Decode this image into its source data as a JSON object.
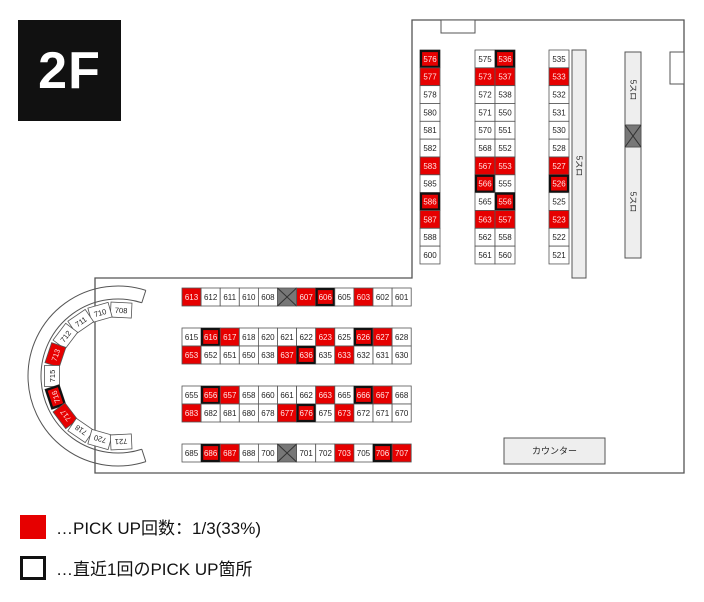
{
  "floor_label": "2F",
  "colors": {
    "pickup": "#e60000",
    "line": "#555555",
    "recent": "#111111",
    "machine_text": "#222222",
    "pillar": "#777777",
    "panel": "#eeeeee"
  },
  "labels": {
    "slot_a": "5スロ",
    "slot_b": "5スロ",
    "slot_c": "5スロ",
    "counter": "カウンター"
  },
  "legend": {
    "pickup_text": "…PICK UP回数：1/3(33%)",
    "recent_text": "…直近1回のPICK UP箇所"
  },
  "vertical_columns": [
    {
      "name": "col-a",
      "cells": [
        {
          "n": "576",
          "red": true,
          "box": true
        },
        {
          "n": "577",
          "red": true
        },
        {
          "n": "578"
        },
        {
          "n": "580"
        },
        {
          "n": "581"
        },
        {
          "n": "582"
        },
        {
          "n": "583",
          "red": true
        },
        {
          "n": "585"
        },
        {
          "n": "586",
          "red": true,
          "box": true
        },
        {
          "n": "587",
          "red": true
        },
        {
          "n": "588"
        },
        {
          "n": "600"
        }
      ]
    },
    {
      "name": "col-b",
      "cells": [
        {
          "n": "575"
        },
        {
          "n": "573",
          "red": true
        },
        {
          "n": "572"
        },
        {
          "n": "571"
        },
        {
          "n": "570"
        },
        {
          "n": "568"
        },
        {
          "n": "567",
          "red": true
        },
        {
          "n": "566",
          "red": true,
          "box": true
        },
        {
          "n": "565"
        },
        {
          "n": "563",
          "red": true
        },
        {
          "n": "562"
        },
        {
          "n": "561"
        }
      ]
    },
    {
      "name": "col-c",
      "cells": [
        {
          "n": "536",
          "red": true,
          "box": true
        },
        {
          "n": "537",
          "red": true
        },
        {
          "n": "538"
        },
        {
          "n": "550"
        },
        {
          "n": "551"
        },
        {
          "n": "552"
        },
        {
          "n": "553",
          "red": true
        },
        {
          "n": "555"
        },
        {
          "n": "556",
          "red": true,
          "box": true
        },
        {
          "n": "557",
          "red": true
        },
        {
          "n": "558"
        },
        {
          "n": "560"
        }
      ]
    },
    {
      "name": "col-d",
      "cells": [
        {
          "n": "535"
        },
        {
          "n": "533",
          "red": true
        },
        {
          "n": "532"
        },
        {
          "n": "531"
        },
        {
          "n": "530"
        },
        {
          "n": "528"
        },
        {
          "n": "527",
          "red": true
        },
        {
          "n": "526",
          "red": true,
          "box": true
        },
        {
          "n": "525"
        },
        {
          "n": "523",
          "red": true
        },
        {
          "n": "522"
        },
        {
          "n": "521"
        }
      ]
    }
  ],
  "horizontal_rows": [
    {
      "name": "row-1",
      "cells": [
        {
          "n": "613",
          "red": true
        },
        {
          "n": "612"
        },
        {
          "n": "611"
        },
        {
          "n": "610"
        },
        {
          "n": "608"
        },
        {
          "n": "",
          "pillar": true
        },
        {
          "n": "607",
          "red": true
        },
        {
          "n": "606",
          "red": true,
          "box": true
        },
        {
          "n": "605"
        },
        {
          "n": "603",
          "red": true
        },
        {
          "n": "602"
        },
        {
          "n": "601"
        }
      ]
    },
    {
      "name": "row-2",
      "cells": [
        {
          "n": "615"
        },
        {
          "n": "616",
          "red": true,
          "box": true
        },
        {
          "n": "617",
          "red": true
        },
        {
          "n": "618"
        },
        {
          "n": "620"
        },
        {
          "n": "621"
        },
        {
          "n": "622"
        },
        {
          "n": "623",
          "red": true
        },
        {
          "n": "625"
        },
        {
          "n": "626",
          "red": true,
          "box": true
        },
        {
          "n": "627",
          "red": true
        },
        {
          "n": "628"
        }
      ]
    },
    {
      "name": "row-3",
      "cells": [
        {
          "n": "653",
          "red": true
        },
        {
          "n": "652"
        },
        {
          "n": "651"
        },
        {
          "n": "650"
        },
        {
          "n": "638"
        },
        {
          "n": "637",
          "red": true
        },
        {
          "n": "636",
          "red": true,
          "box": true
        },
        {
          "n": "635"
        },
        {
          "n": "633",
          "red": true
        },
        {
          "n": "632"
        },
        {
          "n": "631"
        },
        {
          "n": "630"
        }
      ]
    },
    {
      "name": "row-4",
      "cells": [
        {
          "n": "655"
        },
        {
          "n": "656",
          "red": true,
          "box": true
        },
        {
          "n": "657",
          "red": true
        },
        {
          "n": "658"
        },
        {
          "n": "660"
        },
        {
          "n": "661"
        },
        {
          "n": "662"
        },
        {
          "n": "663",
          "red": true
        },
        {
          "n": "665"
        },
        {
          "n": "666",
          "red": true,
          "box": true
        },
        {
          "n": "667",
          "red": true
        },
        {
          "n": "668"
        }
      ]
    },
    {
      "name": "row-5",
      "cells": [
        {
          "n": "683",
          "red": true
        },
        {
          "n": "682"
        },
        {
          "n": "681"
        },
        {
          "n": "680"
        },
        {
          "n": "678"
        },
        {
          "n": "677",
          "red": true
        },
        {
          "n": "676",
          "red": true,
          "box": true
        },
        {
          "n": "675"
        },
        {
          "n": "673",
          "red": true
        },
        {
          "n": "672"
        },
        {
          "n": "671"
        },
        {
          "n": "670"
        }
      ]
    },
    {
      "name": "row-6",
      "cells": [
        {
          "n": "685"
        },
        {
          "n": "686",
          "red": true,
          "box": true
        },
        {
          "n": "687",
          "red": true
        },
        {
          "n": "688"
        },
        {
          "n": "700"
        },
        {
          "n": "",
          "pillar": true
        },
        {
          "n": "701"
        },
        {
          "n": "702"
        },
        {
          "n": "703",
          "red": true
        },
        {
          "n": "705"
        },
        {
          "n": "706",
          "red": true,
          "box": true
        },
        {
          "n": "707",
          "red": true
        }
      ]
    }
  ],
  "arc_seats": [
    {
      "n": "708"
    },
    {
      "n": "710"
    },
    {
      "n": "711"
    },
    {
      "n": "712"
    },
    {
      "n": "713",
      "red": true
    },
    {
      "n": "715"
    },
    {
      "n": "716",
      "red": true,
      "box": true
    },
    {
      "n": "717",
      "red": true
    },
    {
      "n": "718"
    },
    {
      "n": "720"
    },
    {
      "n": "721"
    }
  ]
}
